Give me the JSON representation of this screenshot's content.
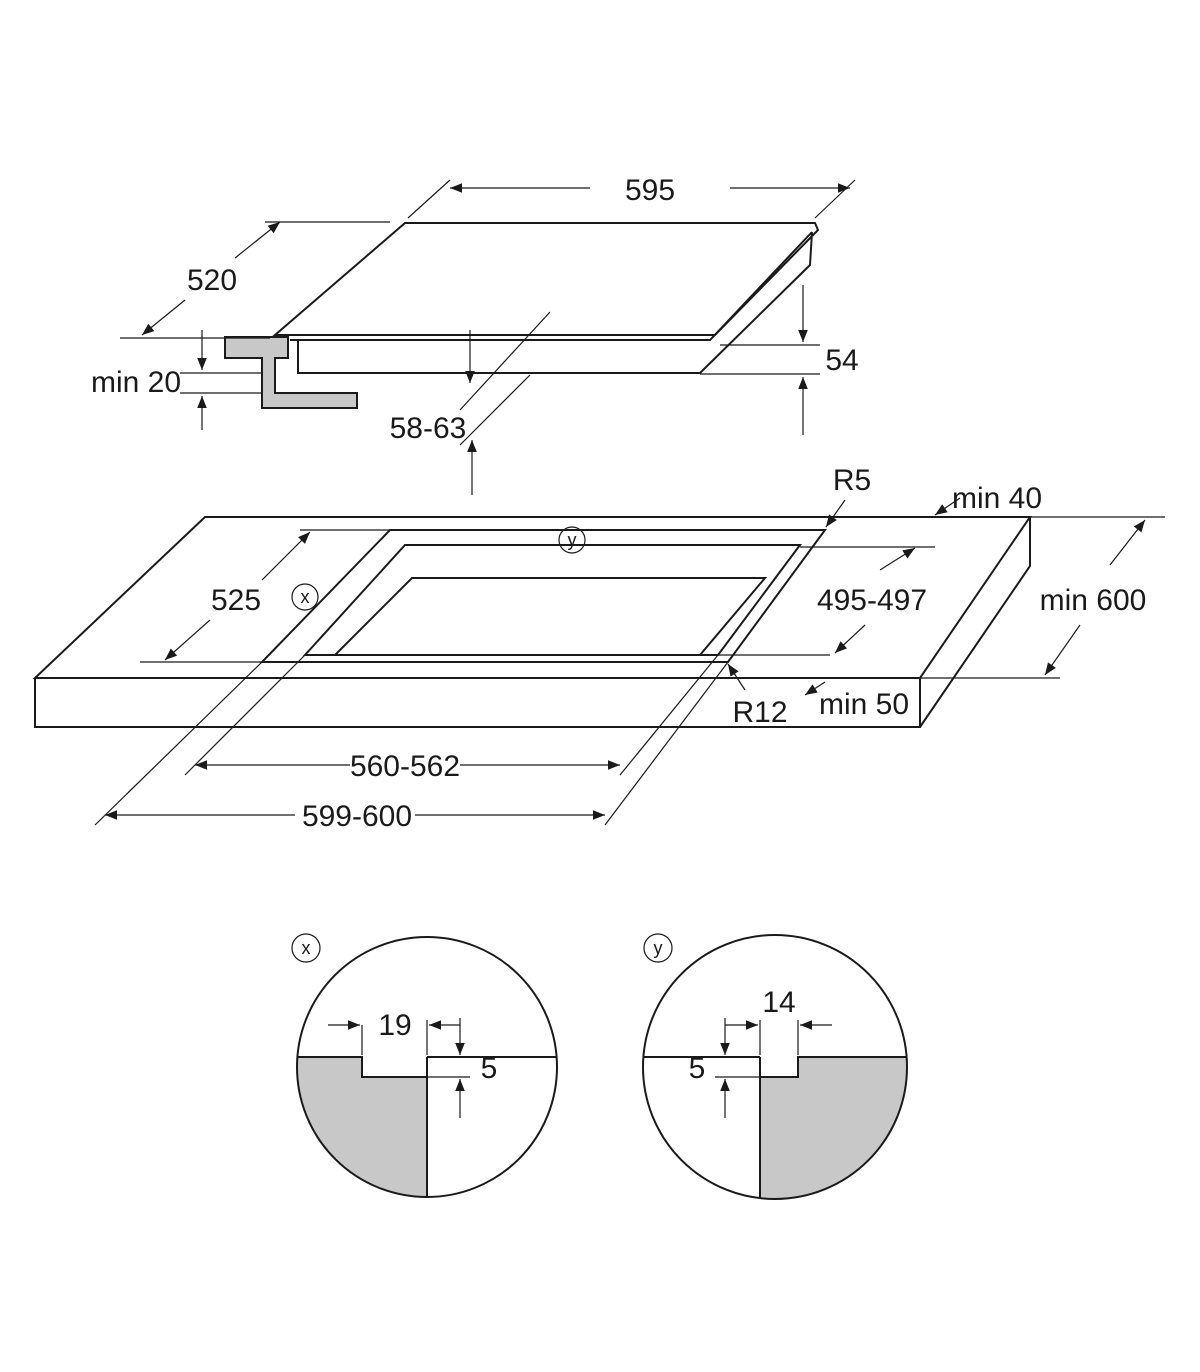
{
  "hob": {
    "width": "595",
    "depth": "520",
    "height": "54",
    "min_front_gap": "min 20",
    "depth_below": "58-63"
  },
  "cutout": {
    "radius_corner_top": "R5",
    "min_back_distance": "min 40",
    "depth": "525",
    "detail_x_marker": "x",
    "detail_y_marker": "y",
    "inner_depth": "495-497",
    "worktop_depth": "min 600",
    "radius_corner_bottom": "R12",
    "min_front_distance": "min 50",
    "inner_width": "560-562",
    "outer_width": "599-600"
  },
  "detail_x": {
    "marker": "x",
    "width": "19",
    "depth": "5"
  },
  "detail_y": {
    "marker": "y",
    "width": "14",
    "depth": "5"
  },
  "colors": {
    "line": "#1a1a1a",
    "section_fill": "#c8c8c8"
  }
}
